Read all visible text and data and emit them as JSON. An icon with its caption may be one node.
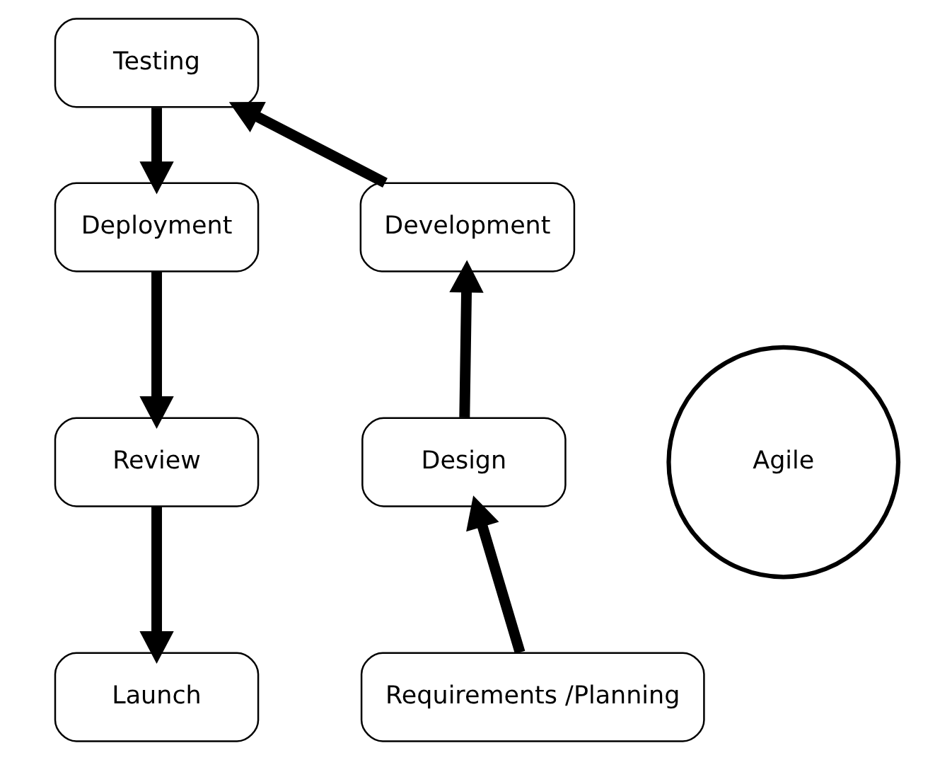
{
  "diagram": {
    "nodes": [
      {
        "text": [
          "Testing"
        ]
      },
      {
        "text": [
          "Deployment"
        ]
      },
      {
        "text": [
          "Review"
        ]
      },
      {
        "text": [
          "Requirements /Planning"
        ]
      },
      {
        "text": [
          "Design"
        ]
      },
      {
        "text": [
          "Launch"
        ]
      },
      {
        "text": [
          "Development"
        ]
      },
      {
        "text": [
          "Agile"
        ]
      }
    ],
    "edges": [
      {
        "from": 0,
        "to": 1,
        "arrow": "to"
      },
      {
        "from": 1,
        "to": 2,
        "arrow": "to"
      },
      {
        "from": 2,
        "to": 5,
        "arrow": "to"
      },
      {
        "from": 3,
        "to": 4,
        "arrow": "to"
      },
      {
        "from": 4,
        "to": 6,
        "arrow": "to"
      },
      {
        "from": 6,
        "to": 0,
        "arrow": "to"
      }
    ]
  }
}
